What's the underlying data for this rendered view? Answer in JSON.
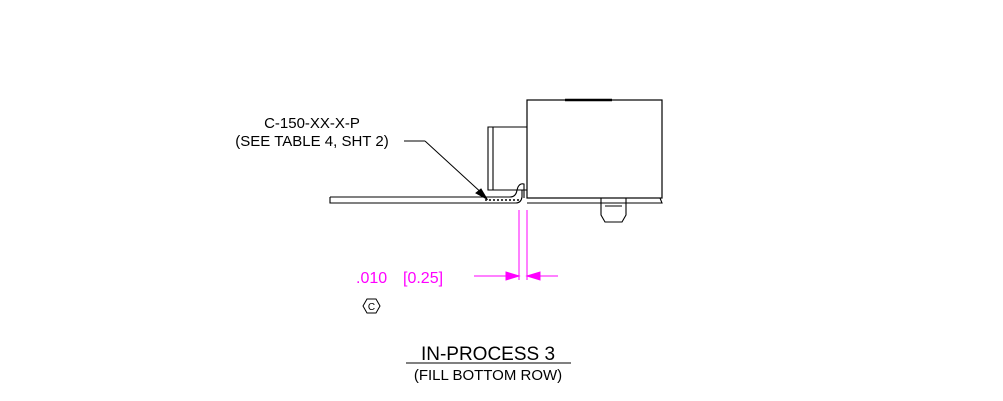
{
  "callout": {
    "part_number": "C-150-XX-X-P",
    "reference": "(SEE TABLE 4, SHT 2)"
  },
  "dimension": {
    "inch": ".010",
    "metric": "[0.25]"
  },
  "inspection_symbol": "C",
  "view": {
    "title": "IN-PROCESS 3",
    "subtitle": "(FILL BOTTOM ROW)"
  },
  "colors": {
    "outline": "#000000",
    "dimension": "#ff00ff"
  }
}
